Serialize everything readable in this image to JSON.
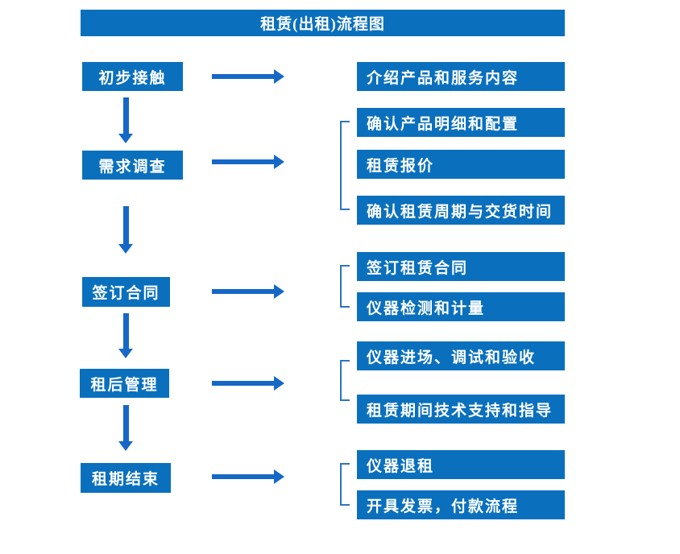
{
  "title": "租赁(出租)流程图",
  "colors": {
    "box_blue": "#0a70bd",
    "arrow_blue": "#1568c6",
    "text_white": "#ffffff"
  },
  "steps": [
    {
      "label": "初步接触",
      "details": [
        "介绍产品和服务内容"
      ]
    },
    {
      "label": "需求调查",
      "details": [
        "确认产品明细和配置",
        "租赁报价",
        "确认租赁周期与交货时间"
      ]
    },
    {
      "label": "签订合同",
      "details": [
        "签订租赁合同",
        "仪器检测和计量"
      ]
    },
    {
      "label": "租后管理",
      "details": [
        "仪器进场、调试和验收",
        "租赁期间技术支持和指导"
      ]
    },
    {
      "label": "租期结束",
      "details": [
        "仪器退租",
        "开具发票，付款流程"
      ]
    }
  ]
}
